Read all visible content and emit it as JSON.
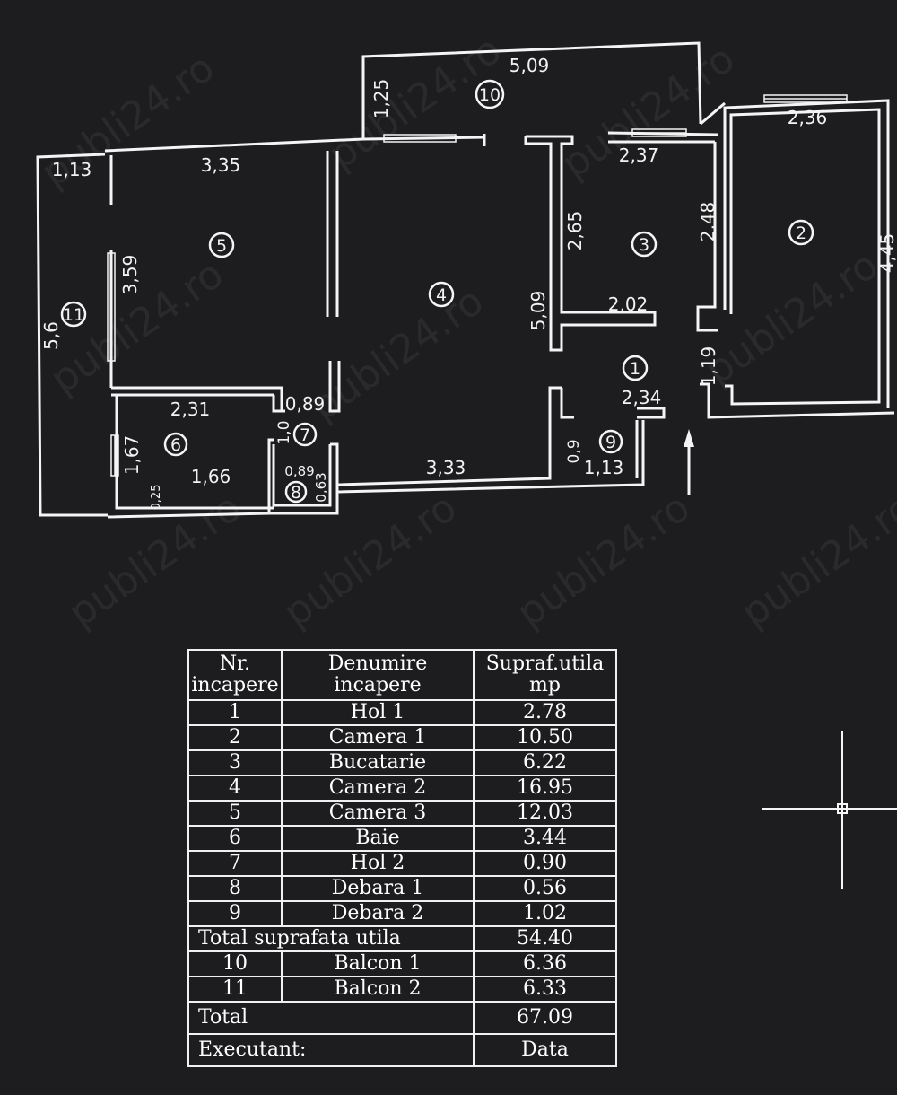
{
  "watermark": "publi24.ro",
  "plan": {
    "rooms": [
      "1",
      "2",
      "3",
      "4",
      "5",
      "6",
      "7",
      "8",
      "9",
      "10",
      "11"
    ],
    "dimensions": {
      "d_5_09_top": "5,09",
      "d_1_25": "1,25",
      "d_2_36": "2,36",
      "d_1_13_left": "1,13",
      "d_3_35": "3,35",
      "d_2_37": "2,37",
      "d_2_65": "2,65",
      "d_2_48": "2,48",
      "d_4_45": "4,45",
      "d_3_59": "3,59",
      "d_5_6": "5,6",
      "d_5_09_mid": "5,09",
      "d_2_02": "2,02",
      "d_1_19": "1,19",
      "d_2_34": "2,34",
      "d_2_31": "2,31",
      "d_0_89_a": "0,89",
      "d_1_0": "1,0",
      "d_1_67": "1,67",
      "d_1_66": "1,66",
      "d_0_25": "0,25",
      "d_0_89_b": "0,89",
      "d_0_63": "0,63",
      "d_3_33": "3,33",
      "d_0_9": "0,9",
      "d_1_13_bottom": "1,13"
    }
  },
  "table": {
    "header": {
      "nr": "Nr. incapere",
      "name": "Denumire incapere",
      "area": "Supraf.utila mp"
    },
    "rows": [
      {
        "nr": "1",
        "name": "Hol 1",
        "area": "2.78"
      },
      {
        "nr": "2",
        "name": "Camera 1",
        "area": "10.50"
      },
      {
        "nr": "3",
        "name": "Bucatarie",
        "area": "6.22"
      },
      {
        "nr": "4",
        "name": "Camera 2",
        "area": "16.95"
      },
      {
        "nr": "5",
        "name": "Camera 3",
        "area": "12.03"
      },
      {
        "nr": "6",
        "name": "Baie",
        "area": "3.44"
      },
      {
        "nr": "7",
        "name": "Hol 2",
        "area": "0.90"
      },
      {
        "nr": "8",
        "name": "Debara 1",
        "area": "0.56"
      },
      {
        "nr": "9",
        "name": "Debara 2",
        "area": "1.02"
      }
    ],
    "total_useful": {
      "label": "Total suprafata utila",
      "area": "54.40"
    },
    "balcony_rows": [
      {
        "nr": "10",
        "name": "Balcon 1",
        "area": "6.36"
      },
      {
        "nr": "11",
        "name": "Balcon 2",
        "area": "6.33"
      }
    ],
    "total": {
      "label": "Total",
      "area": "67.09"
    },
    "executant": {
      "label": "Executant:",
      "date_label": "Data"
    }
  }
}
